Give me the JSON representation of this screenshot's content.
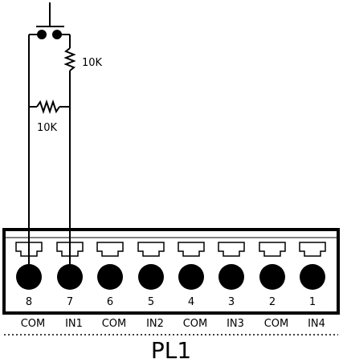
{
  "resistors": [
    {
      "label": "10K"
    },
    {
      "label": "10K"
    }
  ],
  "pin_numbers": [
    "8",
    "7",
    "6",
    "5",
    "4",
    "3",
    "2",
    "1"
  ],
  "signal_labels": [
    "COM",
    "IN1",
    "COM",
    "IN2",
    "COM",
    "IN3",
    "COM",
    "IN4"
  ],
  "connector_label": "PL1"
}
